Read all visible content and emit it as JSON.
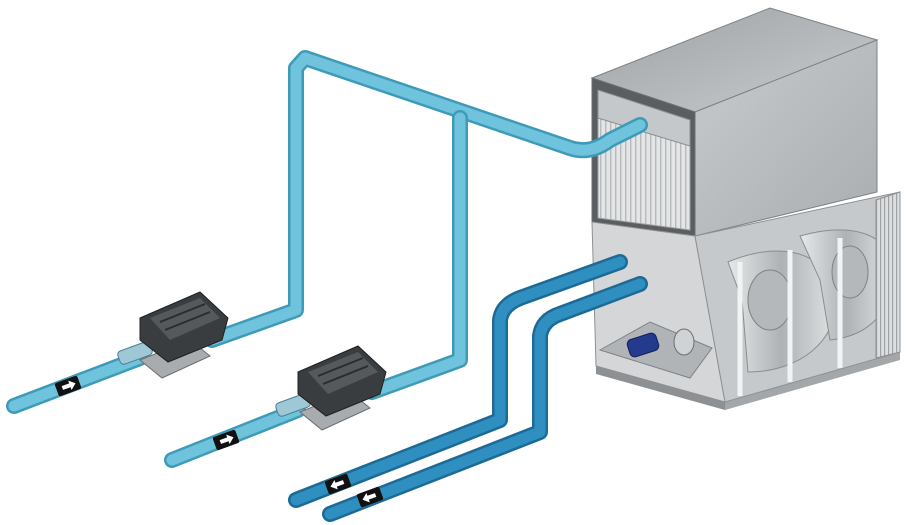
{
  "colors": {
    "supply_pipe": "#6fc3dc",
    "supply_pipe_dark": "#3e9bb8",
    "return_pipe": "#2f8fc0",
    "return_pipe_dark": "#1d6a95",
    "housing_light": "#d8dadb",
    "housing_mid": "#b9bcbe",
    "housing_dark": "#8d9194",
    "pump_body": "#3a3d40",
    "motor_blue": "#243a8c",
    "arrow_tag": "#111111"
  },
  "icons": {
    "flow_in": "right-arrow-icon",
    "flow_out": "left-arrow-icon"
  },
  "components": {
    "unit": "air-handling-unit",
    "pumps": [
      "pump-1",
      "pump-2"
    ],
    "pipes": [
      "supply-pipe-1",
      "supply-pipe-2",
      "return-pipe-1",
      "return-pipe-2"
    ]
  }
}
